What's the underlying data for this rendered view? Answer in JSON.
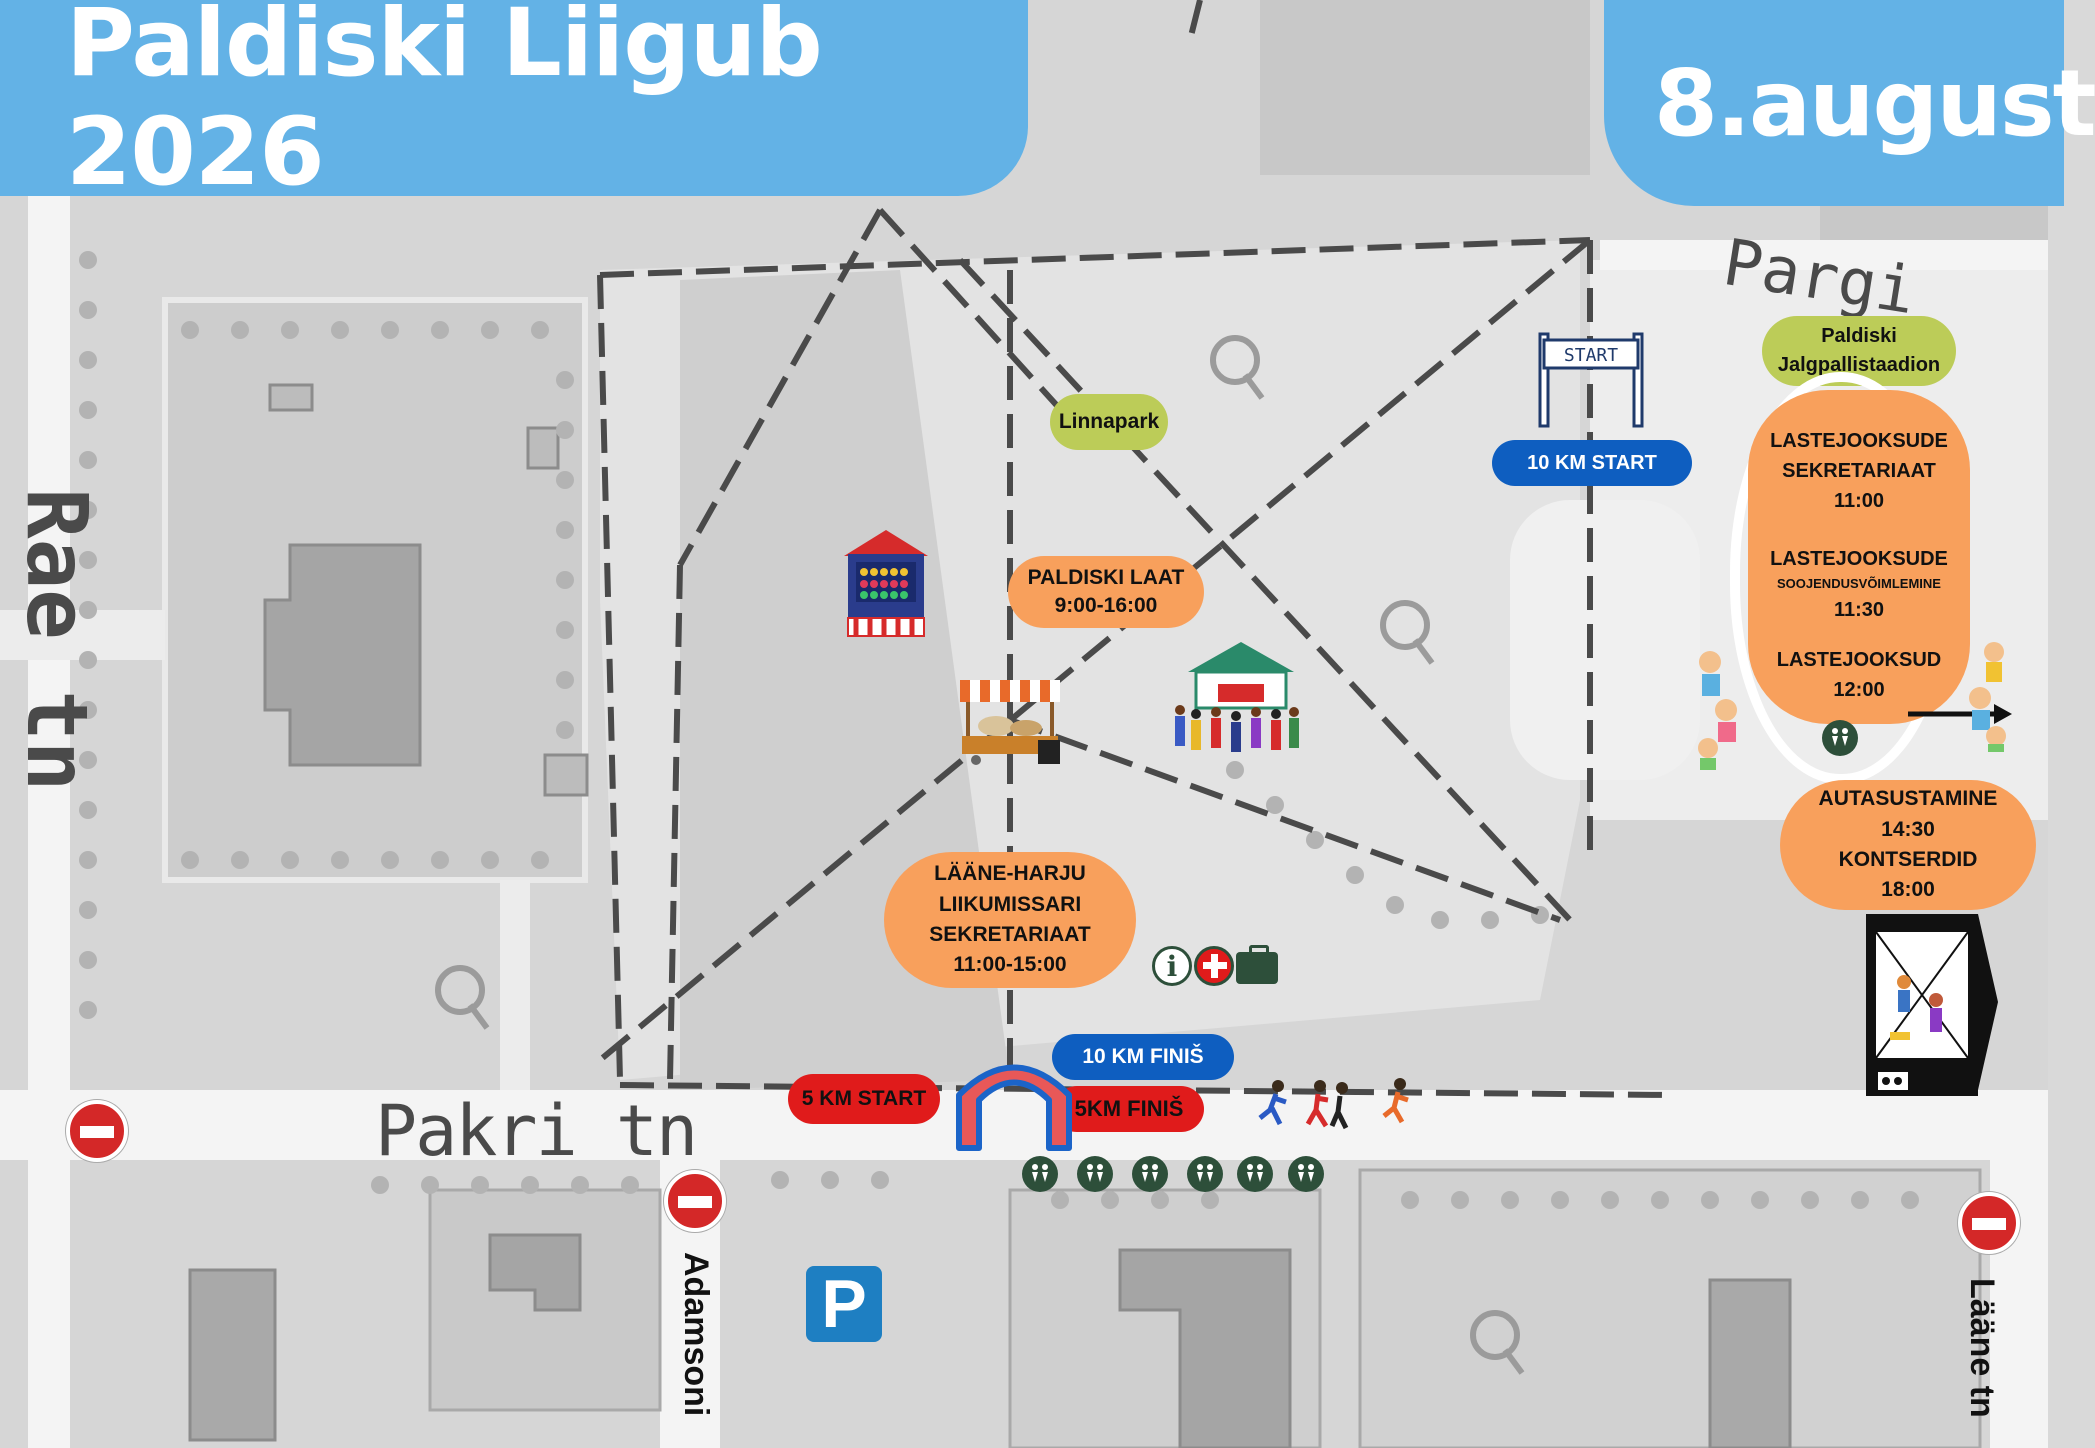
{
  "header": {
    "title": "Paldiski Liigub 2026",
    "date": "8.august"
  },
  "streets": {
    "pakri": "Pakri tn",
    "pargi": "Pargi",
    "rae": "Rae tn",
    "adamsoni": "Adamsoni",
    "laane": "Lääne tn"
  },
  "places": {
    "linnapark": "Linnapark",
    "stadium_line1": "Paldiski",
    "stadium_line2": "Jalgpallistaadion",
    "fair_line1": "PALDISKI LAAT",
    "fair_line2": "9:00-16:00",
    "office_line1": "LÄÄNE-HARJU",
    "office_line2": "LIIKUMISSARI",
    "office_line3": "SEKRETARIAAT",
    "office_line4": "11:00-15:00"
  },
  "race": {
    "start_10km": "10 KM START",
    "finish_10km": "10 KM FINIŠ",
    "start_5km": "5 KM START",
    "finish_5km": "5KM FINIŠ",
    "start_gate_text": "START"
  },
  "kids": {
    "item1_line1": "LASTEJOOKSUDE",
    "item1_line2": "SEKRETARIAAT",
    "item1_time": "11:00",
    "item2_line1": "LASTEJOOKSUDE",
    "item2_line2": "SOOJENDUSVÕIMLEMINE",
    "item2_time": "11:30",
    "item3_line1": "LASTEJOOKSUD",
    "item3_time": "12:00"
  },
  "awards": {
    "line1": "AUTASUSTAMINE",
    "line2": "14:30",
    "line3": "KONTSERDID",
    "line4": "18:00"
  },
  "icons": {
    "parking": "P",
    "info": "i"
  },
  "colors": {
    "header": "#63b2e6",
    "green_label": "#bccc58",
    "orange_label": "#f8a05c",
    "blue_label": "#0e5ec0",
    "red_label": "#e01b1b"
  }
}
